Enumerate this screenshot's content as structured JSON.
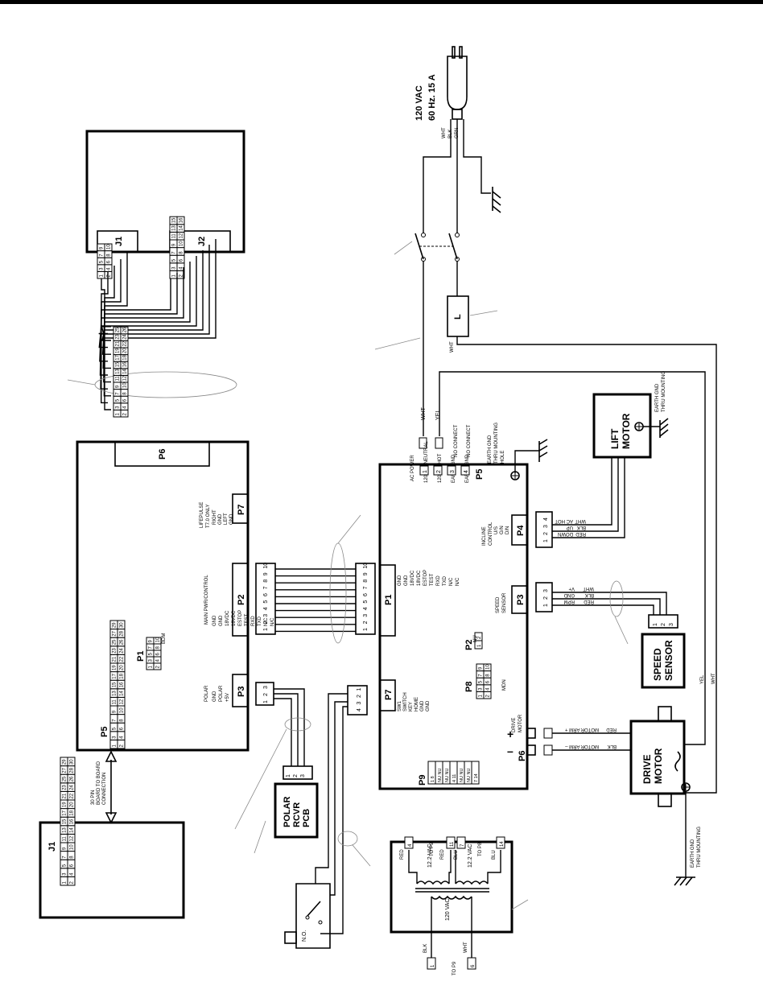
{
  "power": {
    "voltage": "120 VAC",
    "rating": "60 Hz. 15 A",
    "wires": [
      "WHT",
      "BLK",
      "GRN"
    ]
  },
  "top_board": {
    "j1": "J1",
    "j2": "J2",
    "j1_pins_a": [
      "2",
      "4",
      "6",
      "8",
      "10"
    ],
    "j1_pins_b": [
      "1",
      "3",
      "5",
      "7",
      "9"
    ],
    "j2_pins_a": [
      "2",
      "4",
      "6",
      "8",
      "10",
      "12",
      "14",
      "16"
    ],
    "j2_pins_b": [
      "1",
      "3",
      "5",
      "7",
      "9",
      "11",
      "13",
      "15"
    ]
  },
  "p6_header": {
    "pins_a": [
      "2",
      "4",
      "6",
      "8",
      "10",
      "12",
      "14",
      "16",
      "18",
      "20",
      "22",
      "24",
      "26"
    ],
    "pins_b": [
      "1",
      "3",
      "5",
      "7",
      "9",
      "11",
      "13",
      "15",
      "17",
      "19",
      "21",
      "23",
      "25"
    ]
  },
  "console": {
    "p6": "P6",
    "p7": "P7",
    "p7_title": [
      "LIFEPULSE",
      "T7.0 ONLY"
    ],
    "p7_pins": [
      "RIGHT",
      "GND",
      "LEFT",
      "GND"
    ],
    "p2": "P2",
    "p2_title": "MAIN PWR/CONTROL",
    "p2_pins": [
      "GND",
      "GND",
      "18VDC",
      "18VDC",
      "ESTOP",
      "TEST",
      "RXD",
      "TXD",
      "N/C",
      "N/C"
    ],
    "p1": "P1",
    "p1_pins_a": [
      "2",
      "4",
      "6",
      "8",
      "10"
    ],
    "p1_pins_b": [
      "1",
      "3",
      "5",
      "7",
      "9"
    ],
    "p1_note": "BDM",
    "p3": "P3",
    "p3_title": "POLAR",
    "p3_pins": [
      "GND",
      "POLAR",
      "+5V"
    ],
    "p5": "P5",
    "p5_pins_a": [
      "2",
      "4",
      "6",
      "8",
      "10",
      "12",
      "14",
      "16",
      "18",
      "20",
      "22",
      "24",
      "26",
      "28",
      "30"
    ],
    "p5_pins_b": [
      "1",
      "3",
      "5",
      "7",
      "9",
      "11",
      "13",
      "15",
      "17",
      "19",
      "21",
      "23",
      "25",
      "27",
      "29"
    ]
  },
  "ribbon": {
    "pins": [
      "1",
      "2",
      "3",
      "4",
      "5",
      "6",
      "7",
      "8",
      "9",
      "10"
    ]
  },
  "board_link": {
    "label": [
      "30 PIN",
      "BOARD TO BOARD",
      "CONNECTION"
    ]
  },
  "bottom_board": {
    "j1": "J1",
    "pins_a": [
      "2",
      "4",
      "6",
      "8",
      "10",
      "12",
      "14",
      "16",
      "18",
      "20",
      "22",
      "24",
      "26",
      "28",
      "30"
    ],
    "pins_b": [
      "1",
      "3",
      "5",
      "7",
      "9",
      "11",
      "13",
      "15",
      "17",
      "19",
      "21",
      "23",
      "25",
      "27",
      "29"
    ]
  },
  "polar_receiver": {
    "lines": [
      "POLAR",
      "RCVR",
      "PCB"
    ],
    "pins": [
      "1",
      "2",
      "3"
    ]
  },
  "key_switch": {
    "label": "N.O.",
    "pins": [
      "4",
      "3",
      "2",
      "1"
    ]
  },
  "transformer": {
    "primary": "120 VAC",
    "secondary_left": "12.2 VAC",
    "secondary_right": "12.2 VAC",
    "top_wires": [
      "RED",
      "RED",
      "BLU",
      "BLU"
    ],
    "top_pins": [
      "4",
      "11",
      "7",
      "14"
    ],
    "top_dest_left": "TO P9",
    "top_dest_right": "TO P8",
    "bottom_wires": [
      "BLK",
      "WHT"
    ],
    "bottom_pins": [
      "1",
      "6"
    ],
    "bottom_dest": "TO P9"
  },
  "controller": {
    "p1": "P1",
    "p1_pins": [
      "GND",
      "GND",
      "18VDC",
      "18VDC",
      "ESTOP",
      "TEST",
      "RXD",
      "TXD",
      "N/C",
      "N/C"
    ],
    "p2": "P2",
    "p2_note": "NU",
    "p2_pins": [
      "1",
      "2"
    ],
    "p7": "P7",
    "p7_lines": [
      "SW1",
      "SWITCH",
      "KEY",
      "HOME",
      "GND",
      "GND"
    ],
    "p8": "P8",
    "p8_pins_a": [
      "1",
      "3",
      "5",
      "7",
      "9"
    ],
    "p8_pins_b": [
      "2",
      "4",
      "6",
      "8",
      "10"
    ],
    "p8_note": "MDN",
    "p9": "P9",
    "p9_rows": [
      "1 8",
      "NU NU",
      "NU NU",
      "4 11",
      "NU NU",
      "NU NU",
      "7 14"
    ],
    "p3": "P3",
    "p3_title": [
      "SPEED",
      "SENSOR"
    ],
    "p3_pins": [
      "1",
      "2",
      "3"
    ],
    "p4": "P4",
    "p4_title": [
      "INCLINE",
      "CONTROL"
    ],
    "p4_pins": [
      "1",
      "2",
      "3",
      "4"
    ],
    "p4_signals": [
      "U/S",
      "G/N",
      "D/N"
    ],
    "p5": "P5",
    "p5_rows": [
      "AC POWER",
      "120VAC NEUTRAL",
      "120VAC HOT",
      "EARTH GND",
      "EARTH GND"
    ],
    "p5_pins": [
      "1",
      "2",
      "3",
      "4"
    ],
    "p6": "P6",
    "p6_title": [
      "DRIVE",
      "MOTOR"
    ],
    "plus": "+",
    "minus": "–"
  },
  "no_connect": [
    "NO CONNECT",
    "NO CONNECT"
  ],
  "earth_ground": [
    "EARTH GND",
    "THRU MOUNTING",
    "HOLE"
  ],
  "filter": "L",
  "wire_labels": {
    "wht": "WHT",
    "yel": "YEL"
  },
  "lift_motor": {
    "lines": [
      "LIFT",
      "MOTOR"
    ],
    "wires": [
      "WHT",
      "BLK",
      "RED"
    ],
    "signals": [
      "AC HOT",
      "UP",
      "DOWN"
    ],
    "ground": [
      "EARTH GND",
      "THRU MOUNTING"
    ]
  },
  "speed_sensor": {
    "lines": [
      "SPEED",
      "SENSOR"
    ],
    "wires": [
      "WHT",
      "BLK",
      "RED"
    ],
    "signals": [
      "V+",
      "GND",
      "RPM"
    ],
    "pins": [
      "1",
      "2",
      "3"
    ]
  },
  "drive_motor": {
    "lines": [
      "DRIVE",
      "MOTOR"
    ],
    "wires": [
      "RED",
      "BLK"
    ],
    "signals": [
      "MOTOR ARM +",
      "MOTOR ARM –"
    ],
    "side_wires": [
      "YEL",
      "WHT"
    ],
    "ground": [
      "EARTH GND",
      "THRU MOUNTING"
    ]
  }
}
